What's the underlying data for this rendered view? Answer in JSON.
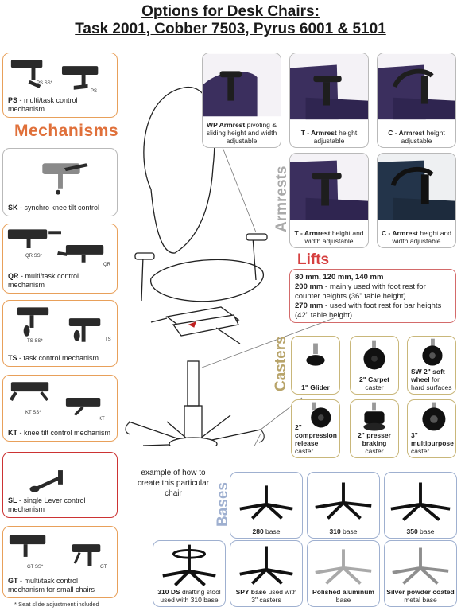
{
  "title": {
    "line1": "Options for Desk Chairs:",
    "line2": "Task 2001, Cobber 7503, Pyrus 6001 & 5101"
  },
  "sections": {
    "mechanisms": "Mechanisms",
    "armrests": "Armrests",
    "lifts": "Lifts",
    "casters": "Casters",
    "bases": "Bases"
  },
  "mechanisms": [
    {
      "code": "PS",
      "desc": " - multi/task control mechanism",
      "tags": [
        "PS SS*",
        "PS"
      ]
    },
    {
      "code": "SK",
      "desc": " - synchro knee tilt control",
      "tags": []
    },
    {
      "code": "QR",
      "desc": " - multi/task control mechanism",
      "tags": [
        "QR SS*",
        "QR"
      ]
    },
    {
      "code": "TS",
      "desc": " - task control mechanism",
      "tags": [
        "TS SS*",
        "TS"
      ]
    },
    {
      "code": "KT",
      "desc": " - knee tilt control mechanism",
      "tags": [
        "KT SS*",
        "KT"
      ]
    },
    {
      "code": "SL",
      "desc": " - single Lever control mechanism",
      "tags": []
    },
    {
      "code": "GT",
      "desc": " - multi/task control mechanism for small chairs",
      "tags": [
        "GT SS*",
        "GT"
      ]
    }
  ],
  "footnote": "* Seat slide adjustment included",
  "armrests": [
    {
      "bold": "WP Armrest",
      "rest": " pivoting & sliding height and width adjustable"
    },
    {
      "bold": "T - Armrest",
      "rest": " height adjustable"
    },
    {
      "bold": "C - Armrest",
      "rest": " height adjustable"
    },
    {
      "bold": "T - Armrest",
      "rest": " height and width adjustable"
    },
    {
      "bold": "C - Armrest",
      "rest": " height and width adjustable"
    }
  ],
  "lifts": {
    "line1": "80 mm, 120 mm, 140 mm",
    "l200b": "200 mm",
    "l200": " - mainly used with foot rest for counter heights (36\" table height)",
    "l270b": "270 mm",
    "l270": " - used with foot rest for bar heights (42\" table height)"
  },
  "casters": [
    {
      "bold": "1\" Glider",
      "rest": ""
    },
    {
      "bold": "2\" Carpet",
      "rest": " caster"
    },
    {
      "bold": "SW 2\" soft wheel",
      "rest": " for hard surfaces"
    },
    {
      "bold": "2\" compression release",
      "rest": " caster"
    },
    {
      "bold": "2\" presser braking",
      "rest": " caster"
    },
    {
      "bold": "3\" multipurpose",
      "rest": " caster"
    }
  ],
  "example_note": "example of how to create this particular chair",
  "bases": [
    {
      "bold": "280",
      "rest": " base"
    },
    {
      "bold": "310",
      "rest": " base"
    },
    {
      "bold": "350",
      "rest": " base"
    },
    {
      "bold": "310 DS",
      "rest": " drafting stool used with 310 base"
    },
    {
      "bold": "SPY base",
      "rest": " used with 3\" casters"
    },
    {
      "bold": "Polished aluminum",
      "rest": " base"
    },
    {
      "bold": "Silver powder coated",
      "rest": " metal base"
    }
  ],
  "colors": {
    "orange": "#e0703a",
    "red": "#d64040",
    "olive": "#b8a46a",
    "gray_label": "#a9a9a9",
    "fabric": "#3b2f5e",
    "fabric_blue": "#23344a"
  }
}
